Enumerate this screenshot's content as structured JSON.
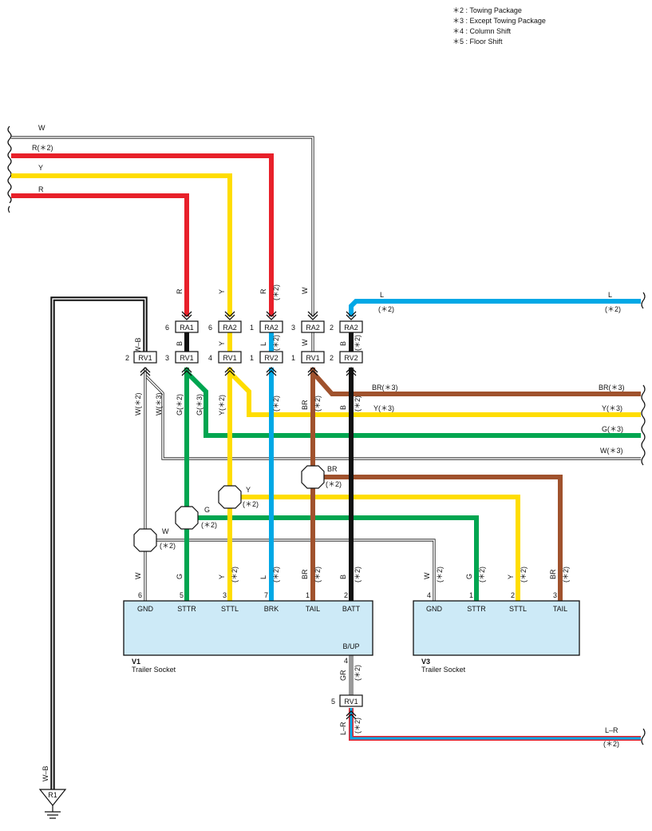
{
  "legend": {
    "items": [
      "＊2 : Towing Package",
      "＊3 : Except Towing Package",
      "＊4 : Column Shift",
      "＊5 : Floor Shift"
    ]
  },
  "colors": {
    "red": "#e8202a",
    "yellow": "#ffdd00",
    "blue": "#00a8e6",
    "brown": "#a0522d",
    "green": "#00a550",
    "black": "#111111",
    "gray": "#9a9a9a",
    "socket_fill": "#cdeaf7"
  },
  "top_wires": {
    "w": "W",
    "r2": "R(＊2)",
    "y": "Y",
    "r": "R",
    "l": "L",
    "l_note": "(＊2)"
  },
  "connectors": {
    "ra1": "RA1",
    "ra2": "RA2",
    "rv1": "RV1",
    "rv2": "RV2",
    "r1": "R1"
  },
  "pins": {
    "p1": "1",
    "p2": "2",
    "p3": "3",
    "p4": "4",
    "p5": "5",
    "p6": "6",
    "p7": "7"
  },
  "wire_labels": {
    "r": "R",
    "y": "Y",
    "w": "W",
    "b": "B",
    "l": "L",
    "g": "G",
    "br": "BR",
    "gr": "GR",
    "wb": "W–B",
    "lr": "L–R",
    "n2": "(＊2)",
    "w2": "W(＊2)",
    "w3": "W(＊3)",
    "g2": "G(＊2)",
    "g3": "G(＊3)",
    "y2": "Y(＊2)",
    "y3": "Y(＊3)",
    "br3": "BR(＊3)"
  },
  "v1": {
    "code": "V1",
    "name": "Trailer Socket",
    "terminals": [
      "GND",
      "STTR",
      "STTL",
      "BRK",
      "TAIL",
      "BATT"
    ],
    "bup": "B/UP"
  },
  "v3": {
    "code": "V3",
    "name": "Trailer Socket",
    "terminals": [
      "GND",
      "STTR",
      "STTL",
      "TAIL"
    ]
  }
}
